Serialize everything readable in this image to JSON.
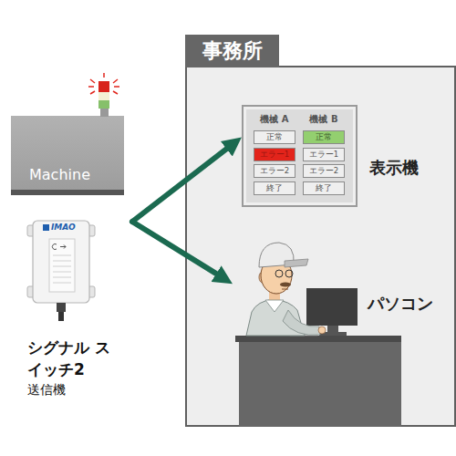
{
  "diagram": {
    "nodes": [
      {
        "text": [
          "事務所"
        ]
      },
      {
        "text": [
          "表示機"
        ],
        "in": 0
      },
      {
        "text": [
          "正常"
        ],
        "in": 1
      },
      {
        "text": [
          "正常"
        ],
        "in": 1
      },
      {
        "text": [
          "エラー1"
        ],
        "in": 1
      },
      {
        "text": [
          "エラー1"
        ],
        "in": 1
      },
      {
        "text": [
          "エラー2"
        ],
        "in": 1
      },
      {
        "text": [
          "エラー2"
        ],
        "in": 1
      },
      {
        "text": [
          "終了"
        ],
        "in": 1
      },
      {
        "text": [
          "終了"
        ],
        "in": 1
      },
      {
        "text": [
          "パソコン"
        ],
        "in": 0
      },
      {
        "text": [
          "Machine"
        ]
      },
      {
        "text": [
          "シグナル スイッチ2",
          "送信機"
        ]
      }
    ],
    "edges": [
      {
        "from": 12,
        "to": 1,
        "arrow": "to"
      },
      {
        "from": 12,
        "to": 10,
        "arrow": "to"
      }
    ],
    "labels": [
      "機械 A",
      "機械 B",
      "IMAO"
    ]
  }
}
